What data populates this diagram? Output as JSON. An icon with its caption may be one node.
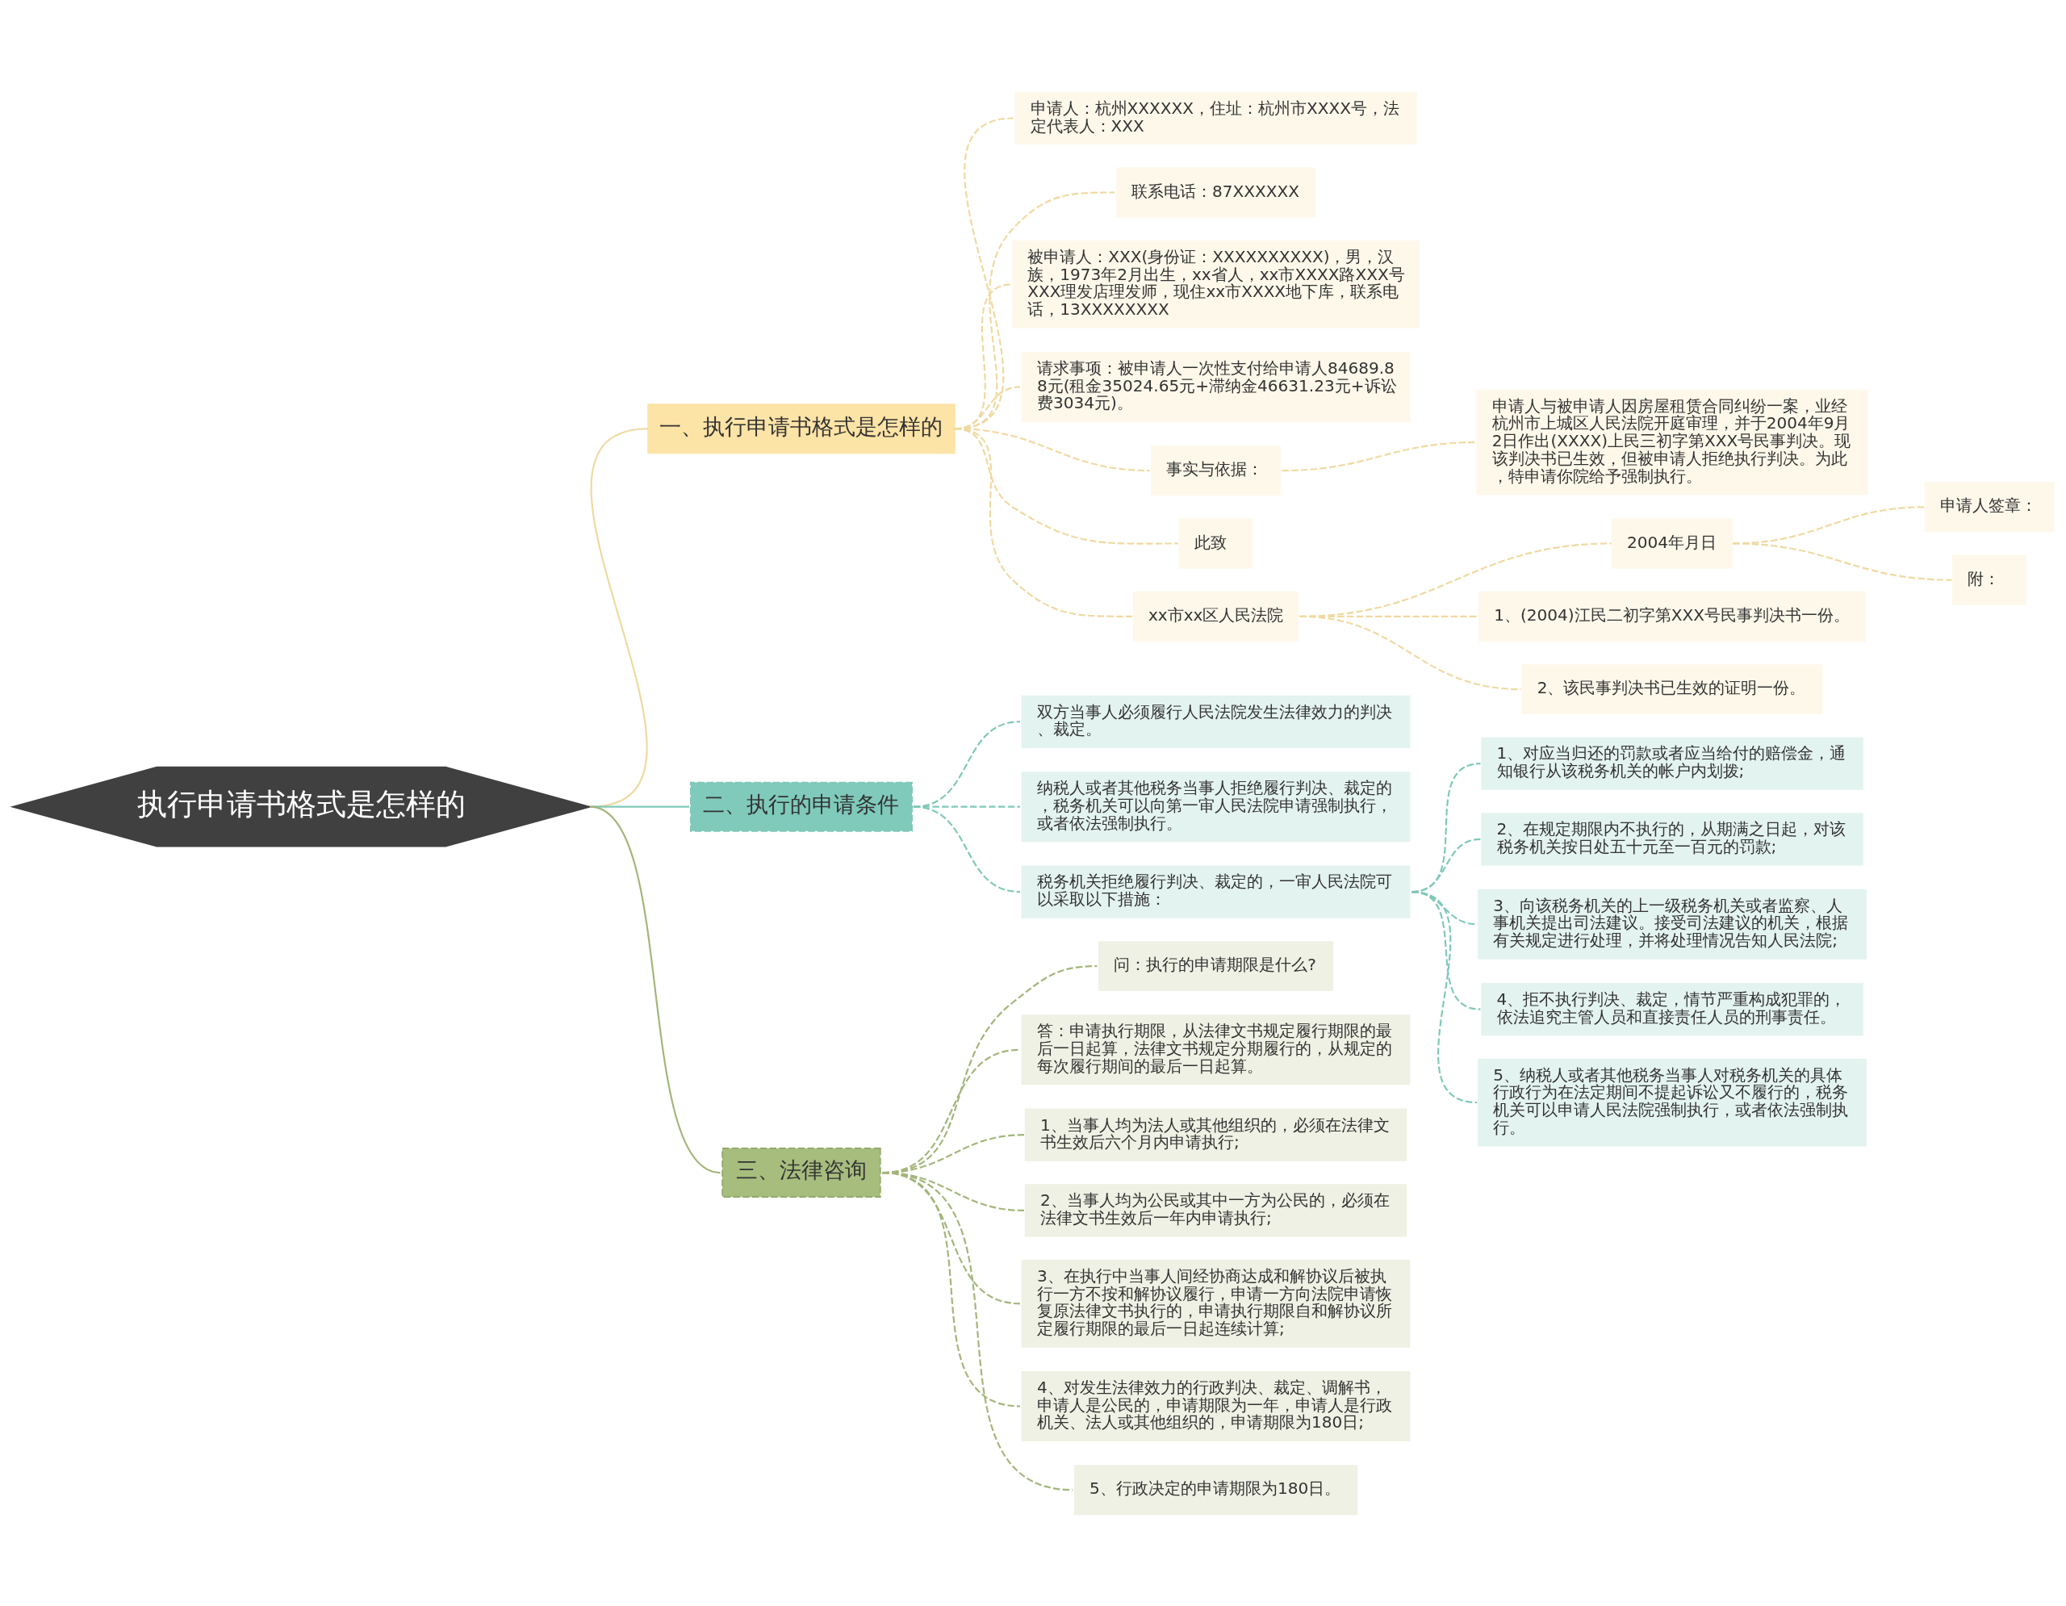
{
  "diagram": {
    "nodes": [
      {
        "text": [
          "执行申请书格式是怎样的"
        ]
      },
      {
        "text": [
          "一、执行申请书格式是怎样的"
        ]
      },
      {
        "text": [
          "申请人：杭州XXXXXX，住址：杭州市XXXX号，法定代表人：XXX"
        ]
      },
      {
        "text": [
          "联系电话：87XXXXXX"
        ]
      },
      {
        "text": [
          "被申请人：XXX(身份证：XXXXXXXXXX)，男，汉族，1973年2月出生，xx省人，xx市XXXX路XXX号XXX理发店理发师，现住xx市XXXX地下库，联系电话，13XXXXXXXX"
        ]
      },
      {
        "text": [
          "请求事项：被申请人一次性支付给申请人84689.88元(租金35024.65元+滞纳金46631.23元+诉讼费3034元)。"
        ]
      },
      {
        "text": [
          "事实与依据："
        ]
      },
      {
        "text": [
          "申请人与被申请人因房屋租赁合同纠纷一案，业经杭州市上城区人民法院开庭审理，并于2004年9月2日作出(XXXX)上民三初字第XXX号民事判决。现该判决书已生效，但被申请人拒绝执行判决。为此，特申请你院给予强制执行。"
        ]
      },
      {
        "text": [
          "此致"
        ]
      },
      {
        "text": [
          "xx市xx区人民法院"
        ]
      },
      {
        "text": [
          "2004年月日"
        ]
      },
      {
        "text": [
          "申请人签章："
        ]
      },
      {
        "text": [
          "附："
        ]
      },
      {
        "text": [
          "1、(2004)江民二初字第XXX号民事判决书一份。"
        ]
      },
      {
        "text": [
          "2、该民事判决书已生效的证明一份。"
        ]
      },
      {
        "text": [
          "二、执行的申请条件"
        ]
      },
      {
        "text": [
          "双方当事人必须履行人民法院发生法律效力的判决、裁定。"
        ]
      },
      {
        "text": [
          "纳税人或者其他税务当事人拒绝履行判决、裁定的，税务机关可以向第一审人民法院申请强制执行，或者依法强制执行。"
        ]
      },
      {
        "text": [
          "税务机关拒绝履行判决、裁定的，一审人民法院可以采取以下措施："
        ]
      },
      {
        "text": [
          "1、对应当归还的罚款或者应当给付的赔偿金，通知银行从该税务机关的帐户内划拨;"
        ]
      },
      {
        "text": [
          "2、在规定期限内不执行的，从期满之日起，对该税务机关按日处五十元至一百元的罚款;"
        ]
      },
      {
        "text": [
          "3、向该税务机关的上一级税务机关或者监察、人事机关提出司法建议。接受司法建议的机关，根据有关规定进行处理，并将处理情况告知人民法院;"
        ]
      },
      {
        "text": [
          "4、拒不执行判决、裁定，情节严重构成犯罪的，依法追究主管人员和直接责任人员的刑事责任。"
        ]
      },
      {
        "text": [
          "5、纳税人或者其他税务当事人对税务机关的具体行政行为在法定期间不提起诉讼又不履行的，税务机关可以申请人民法院强制执行，或者依法强制执行。"
        ]
      },
      {
        "text": [
          "三、法律咨询"
        ]
      },
      {
        "text": [
          "问：执行的申请期限是什么?"
        ]
      },
      {
        "text": [
          "答：申请执行期限，从法律文书规定履行期限的最后一日起算，法律文书规定分期履行的，从规定的每次履行期间的最后一日起算。"
        ]
      },
      {
        "text": [
          "1、当事人均为法人或其他组织的，必须在法律文书生效后六个月内申请执行;"
        ]
      },
      {
        "text": [
          "2、当事人均为公民或其中一方为公民的，必须在法律文书生效后一年内申请执行;"
        ]
      },
      {
        "text": [
          "3、在执行中当事人间经协商达成和解协议后被执行一方不按和解协议履行，申请一方向法院申请恢复原法律文书执行的，申请执行期限自和解协议所定履行期限的最后一日起连续计算;"
        ]
      },
      {
        "text": [
          "4、对发生法律效力的行政判决、裁定、调解书，申请人是公民的，申请期限为一年，申请人是行政机关、法人或其他组织的，申请期限为180日;"
        ]
      },
      {
        "text": [
          "5、行政决定的申请期限为180日。"
        ]
      }
    ],
    "edges": [
      {
        "from": 0,
        "to": 1,
        "arrow": "none"
      },
      {
        "from": 1,
        "to": 2,
        "arrow": "none",
        "style": "dashed"
      },
      {
        "from": 1,
        "to": 3,
        "arrow": "none",
        "style": "dashed"
      },
      {
        "from": 1,
        "to": 4,
        "arrow": "none",
        "style": "dashed"
      },
      {
        "from": 1,
        "to": 5,
        "arrow": "none",
        "style": "dashed"
      },
      {
        "from": 1,
        "to": 6,
        "arrow": "none",
        "style": "dashed"
      },
      {
        "from": 6,
        "to": 7,
        "arrow": "none",
        "style": "dashed"
      },
      {
        "from": 1,
        "to": 8,
        "arrow": "none",
        "style": "dashed"
      },
      {
        "from": 1,
        "to": 9,
        "arrow": "none",
        "style": "dashed"
      },
      {
        "from": 9,
        "to": 10,
        "arrow": "none",
        "style": "dashed"
      },
      {
        "from": 10,
        "to": 11,
        "arrow": "none",
        "style": "dashed"
      },
      {
        "from": 10,
        "to": 12,
        "arrow": "none",
        "style": "dashed"
      },
      {
        "from": 9,
        "to": 13,
        "arrow": "none",
        "style": "dashed"
      },
      {
        "from": 9,
        "to": 14,
        "arrow": "none",
        "style": "dashed"
      },
      {
        "from": 0,
        "to": 15,
        "arrow": "none",
        "color": "#7fc8b8"
      },
      {
        "from": 15,
        "to": 16,
        "arrow": "none",
        "style": "dashed",
        "color": "#7fc8b8"
      },
      {
        "from": 15,
        "to": 17,
        "arrow": "none",
        "style": "dashed",
        "color": "#7fc8b8"
      },
      {
        "from": 15,
        "to": 18,
        "arrow": "none",
        "style": "dashed",
        "color": "#7fc8b8"
      },
      {
        "from": 18,
        "to": 19,
        "arrow": "none",
        "style": "dashed",
        "color": "#7fc8b8"
      },
      {
        "from": 18,
        "to": 20,
        "arrow": "none",
        "style": "dashed",
        "color": "#7fc8b8"
      },
      {
        "from": 18,
        "to": 21,
        "arrow": "none",
        "style": "dashed",
        "color": "#7fc8b8"
      },
      {
        "from": 18,
        "to": 22,
        "arrow": "none",
        "style": "dashed",
        "color": "#7fc8b8"
      },
      {
        "from": 18,
        "to": 23,
        "arrow": "none",
        "style": "dashed",
        "color": "#7fc8b8"
      },
      {
        "from": 0,
        "to": 24,
        "arrow": "none",
        "color": "#a3b57a"
      },
      {
        "from": 24,
        "to": 25,
        "arrow": "none",
        "style": "dashed",
        "color": "#a3b57a"
      },
      {
        "from": 24,
        "to": 26,
        "arrow": "none",
        "style": "dashed",
        "color": "#a3b57a"
      },
      {
        "from": 24,
        "to": 27,
        "arrow": "none",
        "style": "dashed",
        "color": "#a3b57a"
      },
      {
        "from": 24,
        "to": 28,
        "arrow": "none",
        "style": "dashed",
        "color": "#a3b57a"
      },
      {
        "from": 24,
        "to": 29,
        "arrow": "none",
        "style": "dashed",
        "color": "#a3b57a"
      },
      {
        "from": 24,
        "to": 30,
        "arrow": "none",
        "style": "dashed",
        "color": "#a3b57a"
      },
      {
        "from": 24,
        "to": 31,
        "arrow": "none",
        "style": "dashed",
        "color": "#a3b57a"
      }
    ]
  }
}
